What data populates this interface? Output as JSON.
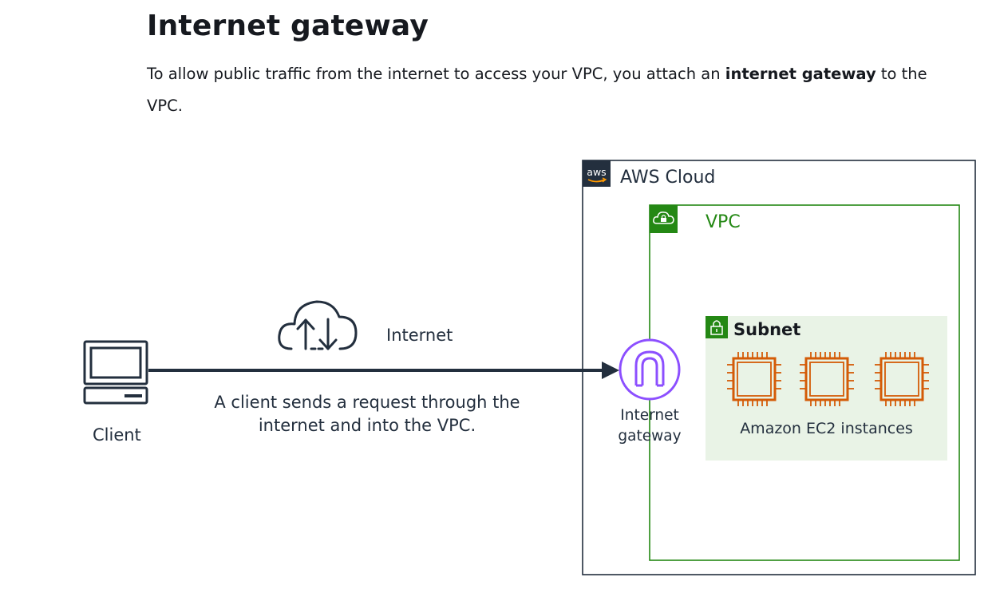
{
  "heading": {
    "title": "Internet gateway",
    "intro_before": "To allow public traffic from the internet to access your VPC, you attach an ",
    "intro_bold": "internet gateway",
    "intro_after": " to the VPC."
  },
  "diagram": {
    "client_label": "Client",
    "internet_label": "Internet",
    "request_text": "A client sends a request through the internet and into the VPC.",
    "aws_badge_text": "aws",
    "aws_cloud_label": "AWS Cloud",
    "vpc_label": "VPC",
    "subnet_label": "Subnet",
    "igw_label": "Internet gateway",
    "ec2_label": "Amazon EC2 instances"
  },
  "colors": {
    "ink": "#232f3e",
    "vpc_green": "#248814",
    "subnet_fill": "#e9f3e6",
    "ec2_orange": "#d45b07",
    "igw_purple": "#8c4fff"
  },
  "icons": {
    "client": "laptop-icon",
    "internet": "cloud-upload-download-icon",
    "aws": "aws-logo-icon",
    "vpc": "cloud-lock-icon",
    "subnet": "padlock-icon",
    "gateway": "internet-gateway-icon",
    "instance": "chip-icon"
  }
}
